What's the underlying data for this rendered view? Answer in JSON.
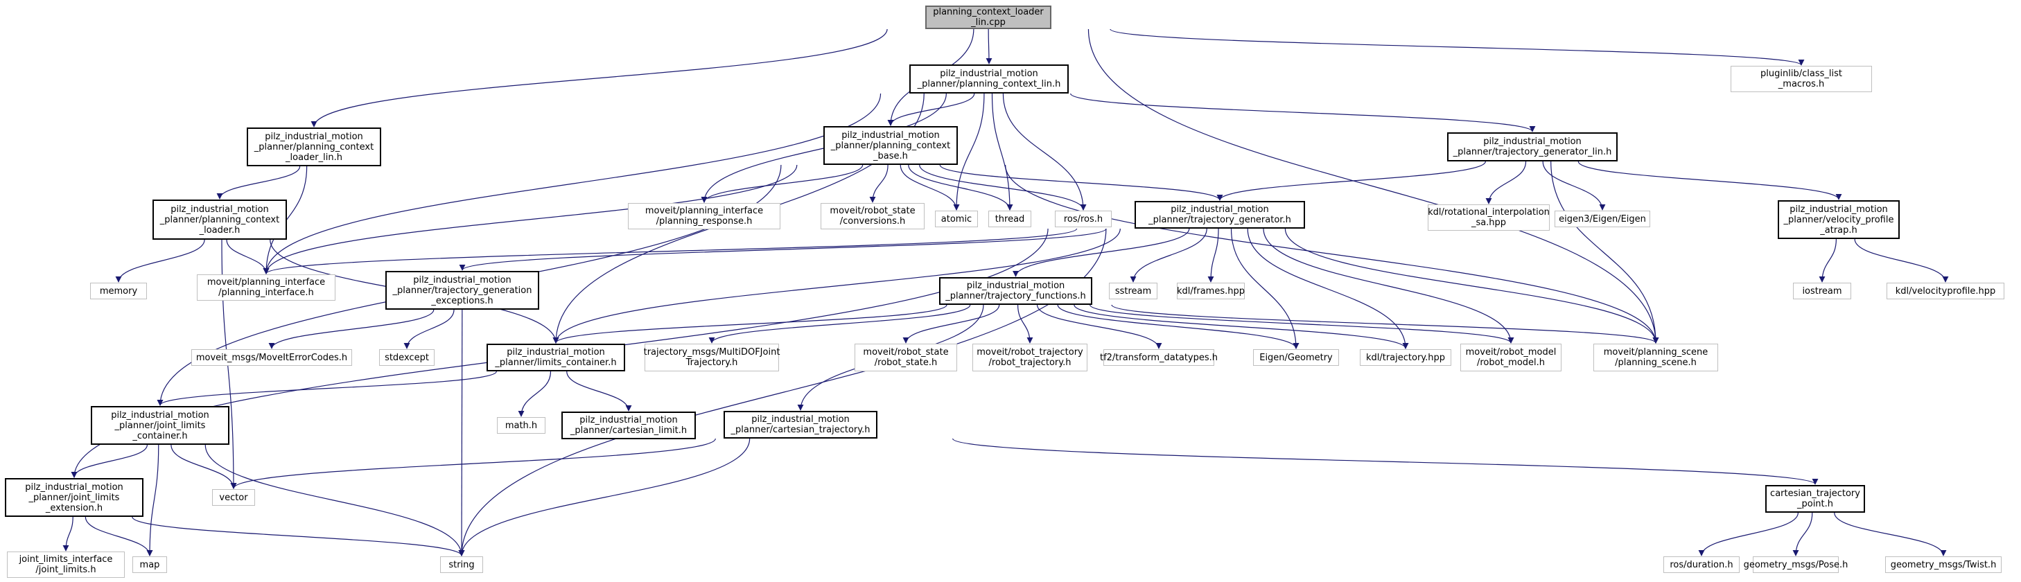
{
  "diagram": {
    "nodes": [
      {
        "id": "root",
        "label": "planning_context_loader\n_lin.cpp",
        "kind": "root"
      },
      {
        "id": "pclh",
        "label": "pilz_industrial_motion\n_planner/planning_context_lin.h",
        "kind": "local"
      },
      {
        "id": "pluginlib",
        "label": "pluginlib/class_list\n_macros.h",
        "kind": "external"
      },
      {
        "id": "loaderlinh",
        "label": "pilz_industrial_motion\n_planner/planning_context\n_loader_lin.h",
        "kind": "local"
      },
      {
        "id": "basedh",
        "label": "pilz_industrial_motion\n_planner/planning_context\n_base.h",
        "kind": "local"
      },
      {
        "id": "tglinh",
        "label": "pilz_industrial_motion\n_planner/trajectory_generator_lin.h",
        "kind": "local"
      },
      {
        "id": "loaderh",
        "label": "pilz_industrial_motion\n_planner/planning_context\n_loader.h",
        "kind": "local"
      },
      {
        "id": "presp",
        "label": "moveit/planning_interface\n/planning_response.h",
        "kind": "external"
      },
      {
        "id": "conv",
        "label": "moveit/robot_state\n/conversions.h",
        "kind": "external"
      },
      {
        "id": "atomic",
        "label": "atomic",
        "kind": "external"
      },
      {
        "id": "thread",
        "label": "thread",
        "kind": "external"
      },
      {
        "id": "rosh",
        "label": "ros/ros.h",
        "kind": "external"
      },
      {
        "id": "tgh",
        "label": "pilz_industrial_motion\n_planner/trajectory_generator.h",
        "kind": "local"
      },
      {
        "id": "rotinterp",
        "label": "kdl/rotational_interpolation\n_sa.hpp",
        "kind": "external"
      },
      {
        "id": "eigen",
        "label": "eigen3/Eigen/Eigen",
        "kind": "external"
      },
      {
        "id": "velatrap",
        "label": "pilz_industrial_motion\n_planner/velocity_profile\n_atrap.h",
        "kind": "local"
      },
      {
        "id": "memory",
        "label": "memory",
        "kind": "external"
      },
      {
        "id": "piface",
        "label": "moveit/planning_interface\n/planning_interface.h",
        "kind": "external"
      },
      {
        "id": "tgexc",
        "label": "pilz_industrial_motion\n_planner/trajectory_generation\n_exceptions.h",
        "kind": "local"
      },
      {
        "id": "sstream",
        "label": "sstream",
        "kind": "external"
      },
      {
        "id": "frames",
        "label": "kdl/frames.hpp",
        "kind": "external"
      },
      {
        "id": "tfuncs",
        "label": "pilz_industrial_motion\n_planner/trajectory_functions.h",
        "kind": "local"
      },
      {
        "id": "iostream",
        "label": "iostream",
        "kind": "external"
      },
      {
        "id": "velprof",
        "label": "kdl/velocityprofile.hpp",
        "kind": "external"
      },
      {
        "id": "errcodes",
        "label": "moveit_msgs/MoveItErrorCodes.h",
        "kind": "external"
      },
      {
        "id": "stdexcept",
        "label": "stdexcept",
        "kind": "external"
      },
      {
        "id": "limcont",
        "label": "pilz_industrial_motion\n_planner/limits_container.h",
        "kind": "local"
      },
      {
        "id": "multidof",
        "label": "trajectory_msgs/MultiDOFJoint\nTrajectory.h",
        "kind": "external"
      },
      {
        "id": "rstate",
        "label": "moveit/robot_state\n/robot_state.h",
        "kind": "external"
      },
      {
        "id": "rtraj",
        "label": "moveit/robot_trajectory\n/robot_trajectory.h",
        "kind": "external"
      },
      {
        "id": "tf2",
        "label": "tf2/transform_datatypes.h",
        "kind": "external"
      },
      {
        "id": "eigengeo",
        "label": "Eigen/Geometry",
        "kind": "external"
      },
      {
        "id": "kdltraj",
        "label": "kdl/trajectory.hpp",
        "kind": "external"
      },
      {
        "id": "rmodel",
        "label": "moveit/robot_model\n/robot_model.h",
        "kind": "external"
      },
      {
        "id": "pscene",
        "label": "moveit/planning_scene\n/planning_scene.h",
        "kind": "external"
      },
      {
        "id": "jlc",
        "label": "pilz_industrial_motion\n_planner/joint_limits\n_container.h",
        "kind": "local"
      },
      {
        "id": "mathh",
        "label": "math.h",
        "kind": "external"
      },
      {
        "id": "cartlim",
        "label": "pilz_industrial_motion\n_planner/cartesian_limit.h",
        "kind": "local"
      },
      {
        "id": "carttraj",
        "label": "pilz_industrial_motion\n_planner/cartesian_trajectory.h",
        "kind": "local"
      },
      {
        "id": "jle",
        "label": "pilz_industrial_motion\n_planner/joint_limits\n_extension.h",
        "kind": "local"
      },
      {
        "id": "vector",
        "label": "vector",
        "kind": "external"
      },
      {
        "id": "ctp",
        "label": "cartesian_trajectory\n_point.h",
        "kind": "local"
      },
      {
        "id": "jli",
        "label": "joint_limits_interface\n/joint_limits.h",
        "kind": "external"
      },
      {
        "id": "map",
        "label": "map",
        "kind": "external"
      },
      {
        "id": "string",
        "label": "string",
        "kind": "external"
      },
      {
        "id": "duration",
        "label": "ros/duration.h",
        "kind": "external"
      },
      {
        "id": "pose",
        "label": "geometry_msgs/Pose.h",
        "kind": "external"
      },
      {
        "id": "twist",
        "label": "geometry_msgs/Twist.h",
        "kind": "external"
      }
    ],
    "edges": [
      [
        "root",
        "pclh"
      ],
      [
        "root",
        "pluginlib"
      ],
      [
        "root",
        "loaderlinh"
      ],
      [
        "root",
        "basedh"
      ],
      [
        "root",
        "pscene"
      ],
      [
        "pclh",
        "basedh"
      ],
      [
        "pclh",
        "tglinh"
      ],
      [
        "pclh",
        "presp"
      ],
      [
        "pclh",
        "atomic"
      ],
      [
        "pclh",
        "thread"
      ],
      [
        "pclh",
        "rosh"
      ],
      [
        "pclh",
        "piface"
      ],
      [
        "pclh",
        "limcont"
      ],
      [
        "loaderlinh",
        "loaderh"
      ],
      [
        "loaderlinh",
        "piface"
      ],
      [
        "basedh",
        "presp"
      ],
      [
        "basedh",
        "conv"
      ],
      [
        "basedh",
        "atomic"
      ],
      [
        "basedh",
        "thread"
      ],
      [
        "basedh",
        "rosh"
      ],
      [
        "basedh",
        "tgh"
      ],
      [
        "basedh",
        "piface"
      ],
      [
        "basedh",
        "jlc"
      ],
      [
        "basedh",
        "pscene"
      ],
      [
        "tglinh",
        "tgh"
      ],
      [
        "tglinh",
        "rotinterp"
      ],
      [
        "tglinh",
        "eigen"
      ],
      [
        "tglinh",
        "velatrap"
      ],
      [
        "tglinh",
        "pscene"
      ],
      [
        "loaderh",
        "memory"
      ],
      [
        "loaderh",
        "piface"
      ],
      [
        "loaderh",
        "vector"
      ],
      [
        "loaderh",
        "limcont"
      ],
      [
        "tgh",
        "piface"
      ],
      [
        "tgh",
        "tgexc"
      ],
      [
        "tgh",
        "sstream"
      ],
      [
        "tgh",
        "frames"
      ],
      [
        "tgh",
        "tfuncs"
      ],
      [
        "tgh",
        "limcont"
      ],
      [
        "tgh",
        "jle"
      ],
      [
        "tgh",
        "eigengeo"
      ],
      [
        "tgh",
        "kdltraj"
      ],
      [
        "tgh",
        "rmodel"
      ],
      [
        "tgh",
        "pscene"
      ],
      [
        "tgh",
        "string"
      ],
      [
        "velatrap",
        "iostream"
      ],
      [
        "velatrap",
        "velprof"
      ],
      [
        "tgexc",
        "errcodes"
      ],
      [
        "tgexc",
        "stdexcept"
      ],
      [
        "tgexc",
        "string"
      ],
      [
        "tfuncs",
        "limcont"
      ],
      [
        "tfuncs",
        "multidof"
      ],
      [
        "tfuncs",
        "rstate"
      ],
      [
        "tfuncs",
        "rtraj"
      ],
      [
        "tfuncs",
        "tf2"
      ],
      [
        "tfuncs",
        "eigengeo"
      ],
      [
        "tfuncs",
        "kdltraj"
      ],
      [
        "tfuncs",
        "rmodel"
      ],
      [
        "tfuncs",
        "pscene"
      ],
      [
        "tfuncs",
        "carttraj"
      ],
      [
        "limcont",
        "jlc"
      ],
      [
        "limcont",
        "mathh"
      ],
      [
        "limcont",
        "cartlim"
      ],
      [
        "jlc",
        "jle"
      ],
      [
        "jlc",
        "vector"
      ],
      [
        "jlc",
        "map"
      ],
      [
        "jlc",
        "string"
      ],
      [
        "jle",
        "jli"
      ],
      [
        "jle",
        "map"
      ],
      [
        "jle",
        "string"
      ],
      [
        "carttraj",
        "vector"
      ],
      [
        "carttraj",
        "string"
      ],
      [
        "carttraj",
        "ctp"
      ],
      [
        "ctp",
        "duration"
      ],
      [
        "ctp",
        "pose"
      ],
      [
        "ctp",
        "twist"
      ]
    ]
  }
}
